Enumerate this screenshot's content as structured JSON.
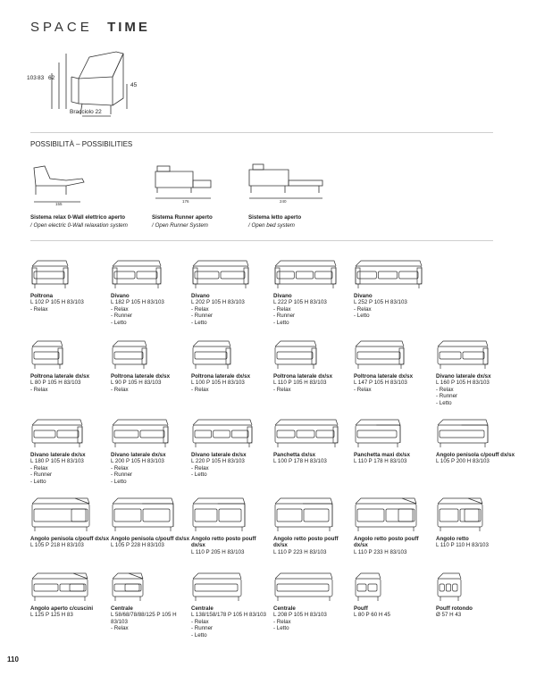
{
  "header": {
    "title_light": "SPACE",
    "title_bold": "TIME"
  },
  "hero": {
    "h1": "103",
    "h2": "83",
    "h3": "62",
    "seat": "45",
    "arm": "Bracciolo 22"
  },
  "section": {
    "title": "POSSIBILITÀ – POSSIBILITIES"
  },
  "systems": [
    {
      "title": "Sistema relax 0-Wall elettrico aperto",
      "sub": "/ Open electric 0-Wall relaxation system",
      "dim": "155"
    },
    {
      "title": "Sistema Runner aperto",
      "sub": "/ Open Runner System",
      "dim": "176"
    },
    {
      "title": "Sistema letto aperto",
      "sub": "/ Open bed system",
      "dim": "240"
    }
  ],
  "items": [
    {
      "name": "Poltrona",
      "dims": "L 102 P 105 H 83/103",
      "opts": [
        "- Relax"
      ]
    },
    {
      "name": "Divano",
      "dims": "L 182 P 105 H 83/103",
      "opts": [
        "- Relax",
        "- Runner",
        "- Letto"
      ]
    },
    {
      "name": "Divano",
      "dims": "L 202 P 105 H 83/103",
      "opts": [
        "- Relax",
        "- Runner",
        "- Letto"
      ]
    },
    {
      "name": "Divano",
      "dims": "L 222 P 105 H 83/103",
      "opts": [
        "- Relax",
        "- Runner",
        "- Letto"
      ]
    },
    {
      "name": "Divano",
      "dims": "L 252 P 105 H 83/103",
      "opts": [
        "- Relax",
        "- Letto"
      ]
    },
    {
      "name": "Poltrona laterale dx/sx",
      "dims": "L 80 P 105 H 83/103",
      "opts": [
        "- Relax"
      ]
    },
    {
      "name": "Poltrona laterale dx/sx",
      "dims": "L 90 P 105 H 83/103",
      "opts": [
        "- Relax"
      ]
    },
    {
      "name": "Poltrona laterale dx/sx",
      "dims": "L 100 P 105 H 83/103",
      "opts": [
        "- Relax"
      ]
    },
    {
      "name": "Poltrona laterale dx/sx",
      "dims": "L 110 P 105 H 83/103",
      "opts": [
        "- Relax"
      ]
    },
    {
      "name": "Poltrona laterale dx/sx",
      "dims": "L 147 P 105 H 83/103",
      "opts": [
        "- Relax"
      ]
    },
    {
      "name": "Divano laterale dx/sx",
      "dims": "L 160 P 105 H 83/103",
      "opts": [
        "- Relax",
        "- Runner",
        "- Letto"
      ]
    },
    {
      "name": "Divano laterale dx/sx",
      "dims": "L 180 P 105 H 83/103",
      "opts": [
        "- Relax",
        "- Runner",
        "- Letto"
      ]
    },
    {
      "name": "Divano laterale dx/sx",
      "dims": "L 200 P 105 H 83/103",
      "opts": [
        "- Relax",
        "- Runner",
        "- Letto"
      ]
    },
    {
      "name": "Divano laterale dx/sx",
      "dims": "L 220 P 105 H 83/103",
      "opts": [
        "- Relax",
        "- Letto"
      ]
    },
    {
      "name": "Panchetta dx/sx",
      "dims": "L 100 P 178 H 83/103",
      "opts": []
    },
    {
      "name": "Panchetta maxi dx/sx",
      "dims": "L 110 P 178 H 83/103",
      "opts": []
    },
    {
      "name": "Angolo penisola c/pouff dx/sx",
      "dims": "L 105 P 200 H 83/103",
      "opts": []
    },
    {
      "name": "Angolo penisola c/pouff dx/sx",
      "dims": "L 105 P 218 H 83/103",
      "opts": []
    },
    {
      "name": "Angolo penisola c/pouff dx/sx",
      "dims": "L 105 P 228 H 83/103",
      "opts": []
    },
    {
      "name": "Angolo retto posto pouff dx/sx",
      "dims": "L 110 P 205 H 83/103",
      "opts": []
    },
    {
      "name": "Angolo retto posto pouff dx/sx",
      "dims": "L 110 P 223 H 83/103",
      "opts": []
    },
    {
      "name": "Angolo retto posto pouff dx/sx",
      "dims": "L 110 P 233 H 83/103",
      "opts": []
    },
    {
      "name": "Angolo retto",
      "dims": "L 110 P 110 H 83/103",
      "opts": []
    },
    {
      "name": "Angolo aperto c/cuscini",
      "dims": "L 125 P 125 H 83",
      "opts": []
    },
    {
      "name": "Centrale",
      "dims": "L 58/68/78/88/125 P 105 H 83/103",
      "opts": [
        "- Relax"
      ]
    },
    {
      "name": "Centrale",
      "dims": "L 138/158/178 P 105 H 83/103",
      "opts": [
        "- Relax",
        "- Runner",
        "- Letto"
      ]
    },
    {
      "name": "Centrale",
      "dims": "L 208 P 105 H 83/103",
      "opts": [
        "- Relax",
        "- Letto"
      ]
    },
    {
      "name": "Pouff",
      "dims": "L 80 P 60 H 45",
      "opts": []
    },
    {
      "name": "Pouff rotondo",
      "dims": "Ø 57 H 43",
      "opts": []
    }
  ],
  "page_number": "110"
}
